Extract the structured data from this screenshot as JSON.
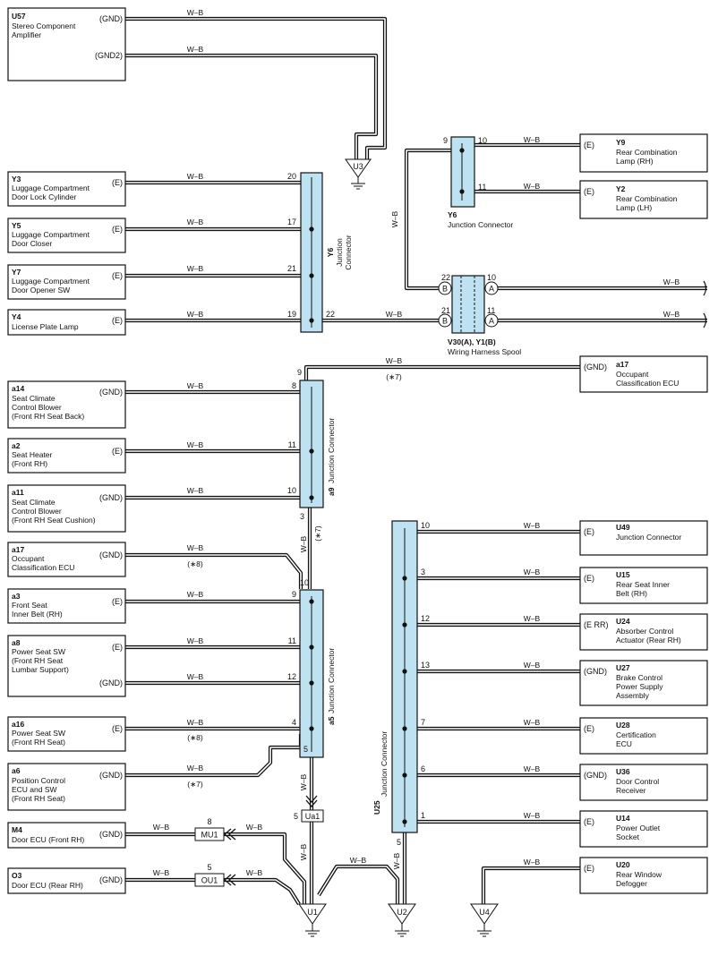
{
  "components": {
    "U57": {
      "code": "U57",
      "l1": "Stereo Component",
      "l2": "Amplifier",
      "l3": "",
      "p1": "(GND)",
      "p2": "(GND2)"
    },
    "Y3": {
      "code": "Y3",
      "l1": "Luggage Compartment",
      "l2": "Door Lock Cylinder",
      "l3": "",
      "p1": "(E)"
    },
    "Y5": {
      "code": "Y5",
      "l1": "Luggage Compartment",
      "l2": "Door Closer",
      "l3": "",
      "p1": "(E)"
    },
    "Y7": {
      "code": "Y7",
      "l1": "Luggage Compartment",
      "l2": "Door Opener SW",
      "l3": "",
      "p1": "(E)"
    },
    "Y4": {
      "code": "Y4",
      "l1": "License Plate Lamp",
      "l2": "",
      "l3": "",
      "p1": "(E)"
    },
    "Y9": {
      "code": "Y9",
      "l1": "Rear Combination",
      "l2": "Lamp (RH)",
      "l3": "",
      "p1": "(E)"
    },
    "Y2": {
      "code": "Y2",
      "l1": "Rear Combination",
      "l2": "Lamp (LH)",
      "l3": "",
      "p1": "(E)"
    },
    "a17r": {
      "code": "a17",
      "l1": "Occupant",
      "l2": "Classification ECU",
      "l3": "",
      "p1": "(GND)"
    },
    "a14": {
      "code": "a14",
      "l1": "Seat Climate",
      "l2": "Control Blower",
      "l3": "(Front RH Seat Back)",
      "p1": "(GND)"
    },
    "a2": {
      "code": "a2",
      "l1": "Seat Heater",
      "l2": "(Front RH)",
      "l3": "",
      "p1": "(E)"
    },
    "a11": {
      "code": "a11",
      "l1": "Seat Climate",
      "l2": "Control Blower",
      "l3": "(Front RH Seat Cushion)",
      "p1": "(GND)"
    },
    "a17l": {
      "code": "a17",
      "l1": "Occupant",
      "l2": "Classification ECU",
      "l3": "",
      "p1": "(GND)"
    },
    "a3": {
      "code": "a3",
      "l1": "Front Seat",
      "l2": "Inner Belt (RH)",
      "l3": "",
      "p1": "(E)"
    },
    "a8": {
      "code": "a8",
      "l1": "Power Seat SW",
      "l2": "(Front RH Seat",
      "l3": " Lumbar Support)",
      "p1": "(E)",
      "p2": "(GND)"
    },
    "a16": {
      "code": "a16",
      "l1": "Power Seat SW",
      "l2": "(Front RH Seat)",
      "l3": "",
      "p1": "(E)"
    },
    "a6": {
      "code": "a6",
      "l1": "Position Control",
      "l2": "ECU and SW",
      "l3": "(Front RH Seat)",
      "p1": "(GND)"
    },
    "M4": {
      "code": "M4",
      "l1": "Door ECU (Front RH)",
      "l2": "",
      "l3": "",
      "p1": "(GND)"
    },
    "O3": {
      "code": "O3",
      "l1": "Door ECU (Rear RH)",
      "l2": "",
      "l3": "",
      "p1": "(GND)"
    },
    "U49": {
      "code": "U49",
      "l1": "Junction Connector",
      "l2": "",
      "l3": "",
      "p1": "(E)"
    },
    "U15": {
      "code": "U15",
      "l1": "Rear Seat Inner",
      "l2": "Belt (RH)",
      "l3": "",
      "p1": "(E)"
    },
    "U24": {
      "code": "U24",
      "l1": "Absorber Control",
      "l2": "Actuator (Rear RH)",
      "l3": "",
      "p1": "(E RR)"
    },
    "U27": {
      "code": "U27",
      "l1": "Brake Control",
      "l2": "Power Supply",
      "l3": "Assembly",
      "p1": "(GND)"
    },
    "U28": {
      "code": "U28",
      "l1": "Certification",
      "l2": "ECU",
      "l3": "",
      "p1": "(E)"
    },
    "U36": {
      "code": "U36",
      "l1": "Door Control",
      "l2": "Receiver",
      "l3": "",
      "p1": "(GND)"
    },
    "U14": {
      "code": "U14",
      "l1": "Power Outlet",
      "l2": "Socket",
      "l3": "",
      "p1": "(E)"
    },
    "U20": {
      "code": "U20",
      "l1": "Rear Window",
      "l2": "Defogger",
      "l3": "",
      "p1": "(E)"
    }
  },
  "junctions": {
    "Y6a": {
      "code": "Y6",
      "name": "Junction",
      "name2": "Connector"
    },
    "Y6b": {
      "code": "Y6",
      "name": "Junction Connector"
    },
    "a9": {
      "code": "a9",
      "name": "Junction Connector"
    },
    "a5": {
      "code": "a5",
      "name": "Junction Connector"
    },
    "U25": {
      "code": "U25",
      "name": "Junction Connector"
    },
    "spool": {
      "code": "V30(A), Y1(B)",
      "name": "Wiring Harness Spool",
      "a": "A",
      "b": "B"
    }
  },
  "grounds": {
    "U3": "U3",
    "U1": "U1",
    "U2": "U2",
    "U4": "U4"
  },
  "inline": {
    "Ua1": "Ua1",
    "MU1": "MU1",
    "OU1": "OU1"
  },
  "wire": "W–B",
  "notes": {
    "n7": "(∗7)",
    "n8": "(∗8)"
  },
  "pins": {
    "p1": "1",
    "p3": "3",
    "p4": "4",
    "p5": "5",
    "p6": "6",
    "p7": "7",
    "p8": "8",
    "p9": "9",
    "p10": "10",
    "p11": "11",
    "p12": "12",
    "p13": "13",
    "p17": "17",
    "p19": "19",
    "p20": "20",
    "p21": "21",
    "p22": "22"
  }
}
